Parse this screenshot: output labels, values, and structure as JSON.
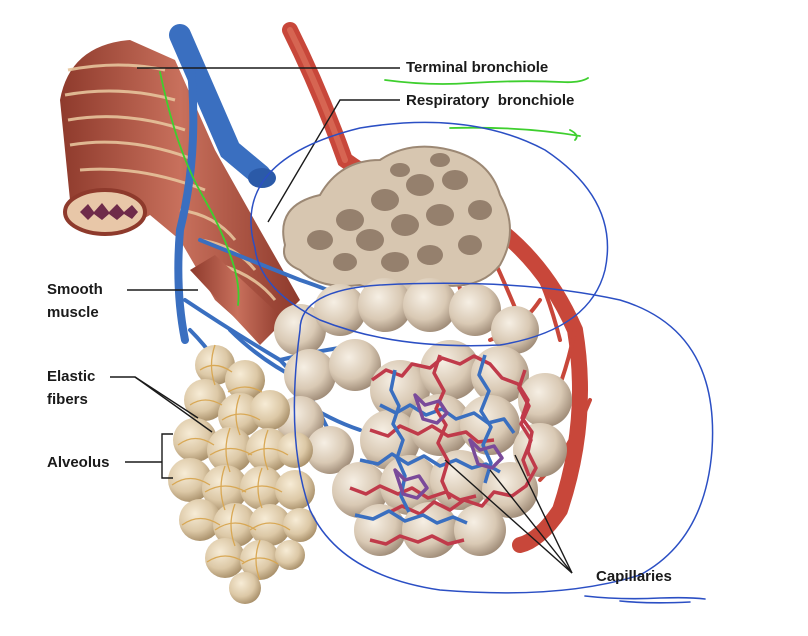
{
  "labels": {
    "terminal_bronchiole": "Terminal bronchiole",
    "respiratory_bronchiole": "Respiratory  bronchiole",
    "smooth_muscle_1": "Smooth",
    "smooth_muscle_2": "muscle",
    "elastic_fibers_1": "Elastic",
    "elastic_fibers_2": "fibers",
    "alveolus": "Alveolus",
    "capillaries": "Capillaries"
  },
  "colors": {
    "muscle": "#b85a48",
    "muscle_band": "#e8c29a",
    "vein": "#3a6fc0",
    "artery": "#c8473a",
    "alveoli": "#d9c9b4",
    "alveoli_shade": "#a89582",
    "elastic_fiber": "#d8a650",
    "annotation_blue": "#2b4fc4",
    "annotation_green": "#3ecf2e"
  }
}
